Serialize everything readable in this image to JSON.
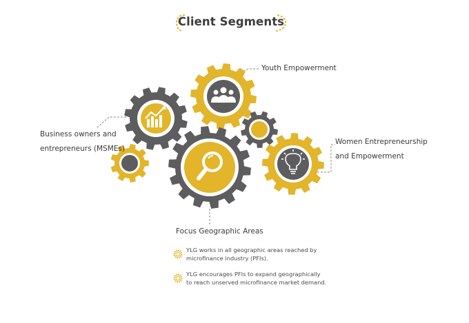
{
  "title": "Client Segments",
  "colors": {
    "gold": "#E2B52A",
    "gray": "#5D5D5F",
    "white": "#FFFFFF"
  },
  "segments": {
    "youth": {
      "label": "Youth Empowerment",
      "icon": "people-group-icon"
    },
    "business": {
      "label_line1": "Business owners and",
      "label_line2": "entrepreneurs (MSMEs)",
      "icon": "growth-chart-icon"
    },
    "women": {
      "label_line1": "Women Entrepreneurship",
      "label_line2": "and Empowerment",
      "icon": "lightbulb-icon"
    },
    "focus": {
      "label": "Focus Geographic Areas",
      "icon": "magnifier-icon"
    }
  },
  "bullets": [
    {
      "line1": "YLG works in all geographic areas reached by",
      "line2": "microfinance industry (PFIs)."
    },
    {
      "line1": "YLG encourages PFIs to expand geographically",
      "line2": "to reach unserved microfinance market demand."
    }
  ]
}
